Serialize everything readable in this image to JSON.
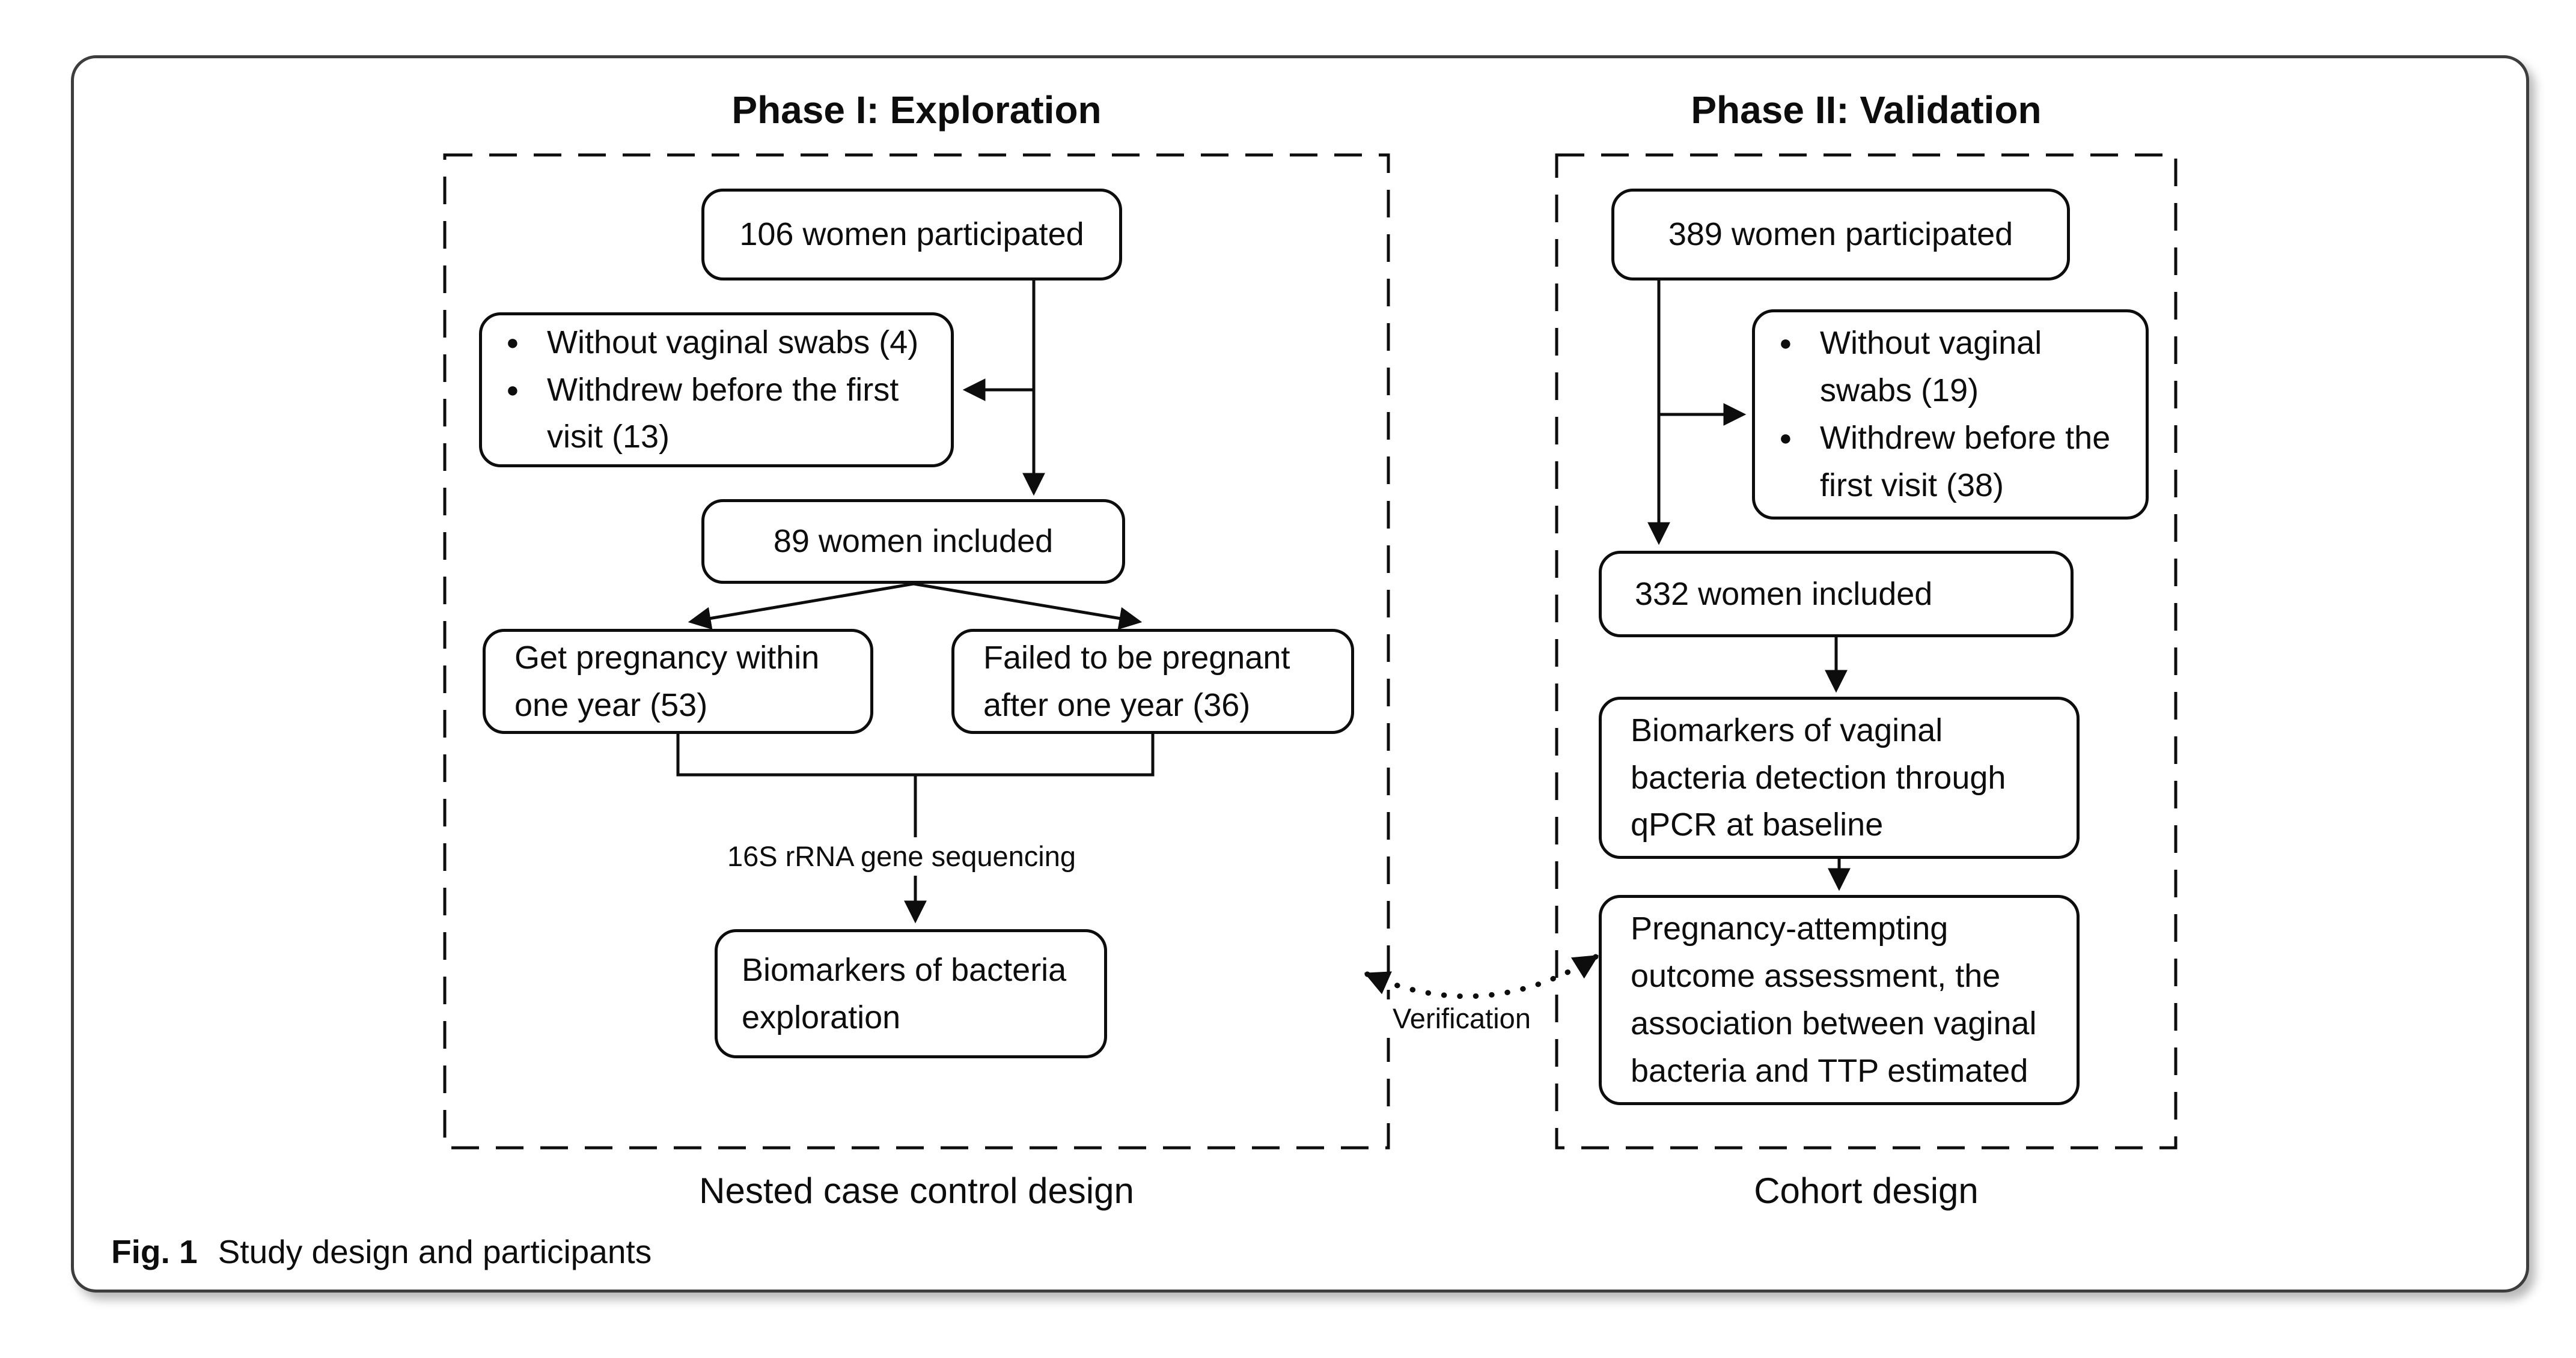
{
  "caption": {
    "label": "Fig. 1",
    "text": "Study design and participants"
  },
  "phase1": {
    "title": "Phase I: Exploration",
    "design_label": "Nested case control design",
    "participated": "106 women participated",
    "excluded": [
      "Without vaginal swabs (4)",
      "Withdrew before the first visit (13)"
    ],
    "included": "89 women included",
    "pregnant": "Get pregnancy within one year (53)",
    "not_pregnant": "Failed to be pregnant after one year (36)",
    "sequencing_label": "16S rRNA gene sequencing",
    "biomarkers": "Biomarkers of bacteria exploration"
  },
  "phase2": {
    "title": "Phase II: Validation",
    "design_label": "Cohort design",
    "participated": "389 women participated",
    "excluded": [
      "Without vaginal swabs (19)",
      "Withdrew before the first visit (38)"
    ],
    "included": "332 women included",
    "qpcr": "Biomarkers of vaginal bacteria detection through qPCR at baseline",
    "outcome": "Pregnancy-attempting outcome assessment, the association between vaginal bacteria and TTP estimated"
  },
  "connector": {
    "verification_label": "Verification"
  },
  "bullet_glyph": "●",
  "colors": {
    "ink": "#0d0d0d",
    "frame_border": "#3d3d3d",
    "background": "#ffffff"
  }
}
